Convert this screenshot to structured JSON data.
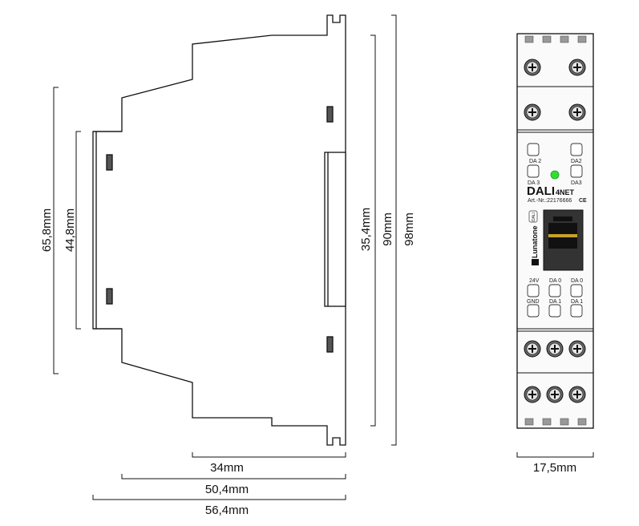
{
  "dimensions": {
    "depth_34": "34mm",
    "depth_50_4": "50,4mm",
    "depth_56_4": "56,4mm",
    "height_65_8": "65,8mm",
    "height_44_8": "44,8mm",
    "height_35_4": "35,4mm",
    "height_90": "90mm",
    "height_98": "98mm",
    "width_17_5": "17,5mm"
  },
  "front_panel": {
    "product_name": "DALI",
    "product_suffix": "4NET",
    "article_number": "Art.-Nr.:22176666",
    "ce_mark": "CE",
    "brand": "Lunatone",
    "dali_logo": "DALI",
    "labels": {
      "da2_left": "DA 2",
      "da3_left": "DA 3",
      "da2_right": "DA2",
      "da3_right": "DA3",
      "v24": "24V",
      "gnd": "GND",
      "da0_a": "DA 0",
      "da0_b": "DA 0",
      "da1_a": "DA 1",
      "da1_b": "DA 1"
    },
    "led_color": "#33dd33"
  }
}
